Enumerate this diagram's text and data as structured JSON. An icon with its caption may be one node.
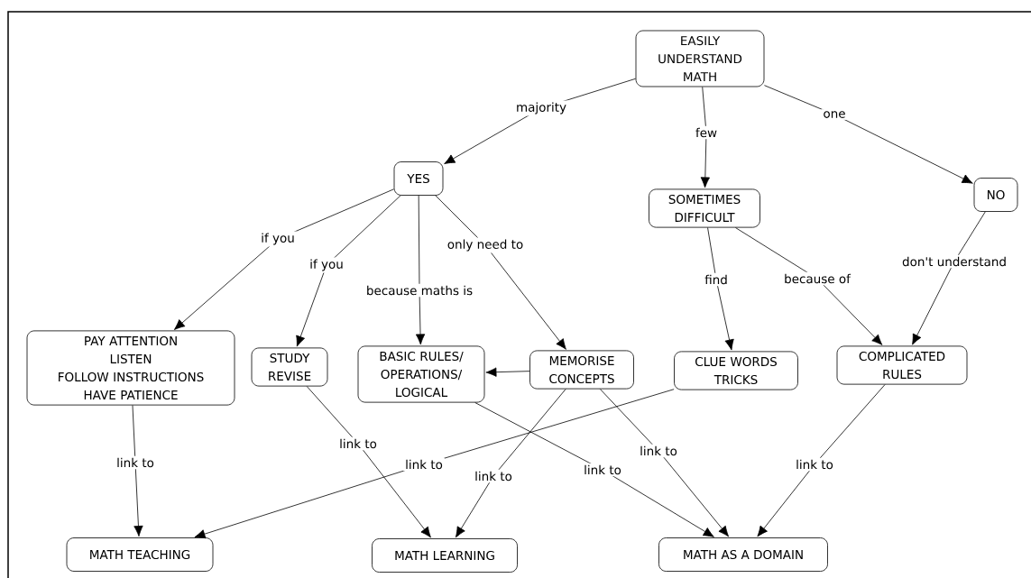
{
  "diagram": {
    "nodes": [
      {
        "text": [
          "EASILY UNDERSTAND MATH"
        ]
      },
      {
        "text": [
          "YES"
        ]
      },
      {
        "text": [
          "SOMETIMES DIFFICULT"
        ]
      },
      {
        "text": [
          "NO"
        ]
      },
      {
        "text": [
          "PAY ATTENTION",
          "LISTEN",
          "FOLLOW INSTRUCTIONS",
          "HAVE PATIENCE"
        ]
      },
      {
        "text": [
          "STUDY",
          "REVISE"
        ]
      },
      {
        "text": [
          "BASIC RULES/ OPERATIONS/ LOGICAL"
        ]
      },
      {
        "text": [
          "MEMORISE CONCEPTS"
        ]
      },
      {
        "text": [
          "CLUE WORDS",
          "TRICKS"
        ]
      },
      {
        "text": [
          "COMPLICATED RULES"
        ]
      },
      {
        "text": [
          "MATH TEACHING"
        ]
      },
      {
        "text": [
          "MATH LEARNING"
        ]
      },
      {
        "text": [
          "MATH AS A DOMAIN"
        ]
      }
    ],
    "edges": [
      {
        "from": 0,
        "to": 1,
        "arrow": "to",
        "label": "majority"
      },
      {
        "from": 0,
        "to": 2,
        "arrow": "to",
        "label": "few"
      },
      {
        "from": 0,
        "to": 3,
        "arrow": "to",
        "label": "one"
      },
      {
        "from": 1,
        "to": 4,
        "arrow": "to",
        "label": "if you"
      },
      {
        "from": 1,
        "to": 5,
        "arrow": "to",
        "label": "if you"
      },
      {
        "from": 1,
        "to": 6,
        "arrow": "to",
        "label": "because maths is"
      },
      {
        "from": 1,
        "to": 7,
        "arrow": "to",
        "label": "only need to"
      },
      {
        "from": 2,
        "to": 8,
        "arrow": "to",
        "label": "find"
      },
      {
        "from": 2,
        "to": 9,
        "arrow": "to",
        "label": "because of"
      },
      {
        "from": 3,
        "to": 9,
        "arrow": "to",
        "label": "don't understand"
      },
      {
        "from": 7,
        "to": 6,
        "arrow": "to"
      },
      {
        "from": 4,
        "to": 10,
        "arrow": "to",
        "label": "link to"
      },
      {
        "from": 5,
        "to": 11,
        "arrow": "to",
        "label": "link to"
      },
      {
        "from": 8,
        "to": 10,
        "arrow": "to",
        "label": "link to"
      },
      {
        "from": 7,
        "to": 11,
        "arrow": "to",
        "label": "link to"
      },
      {
        "from": 6,
        "to": 12,
        "arrow": "to",
        "label": "link to"
      },
      {
        "from": 7,
        "to": 12,
        "arrow": "to",
        "label": "link to"
      },
      {
        "from": 9,
        "to": 12,
        "arrow": "to",
        "label": "link to"
      }
    ]
  }
}
